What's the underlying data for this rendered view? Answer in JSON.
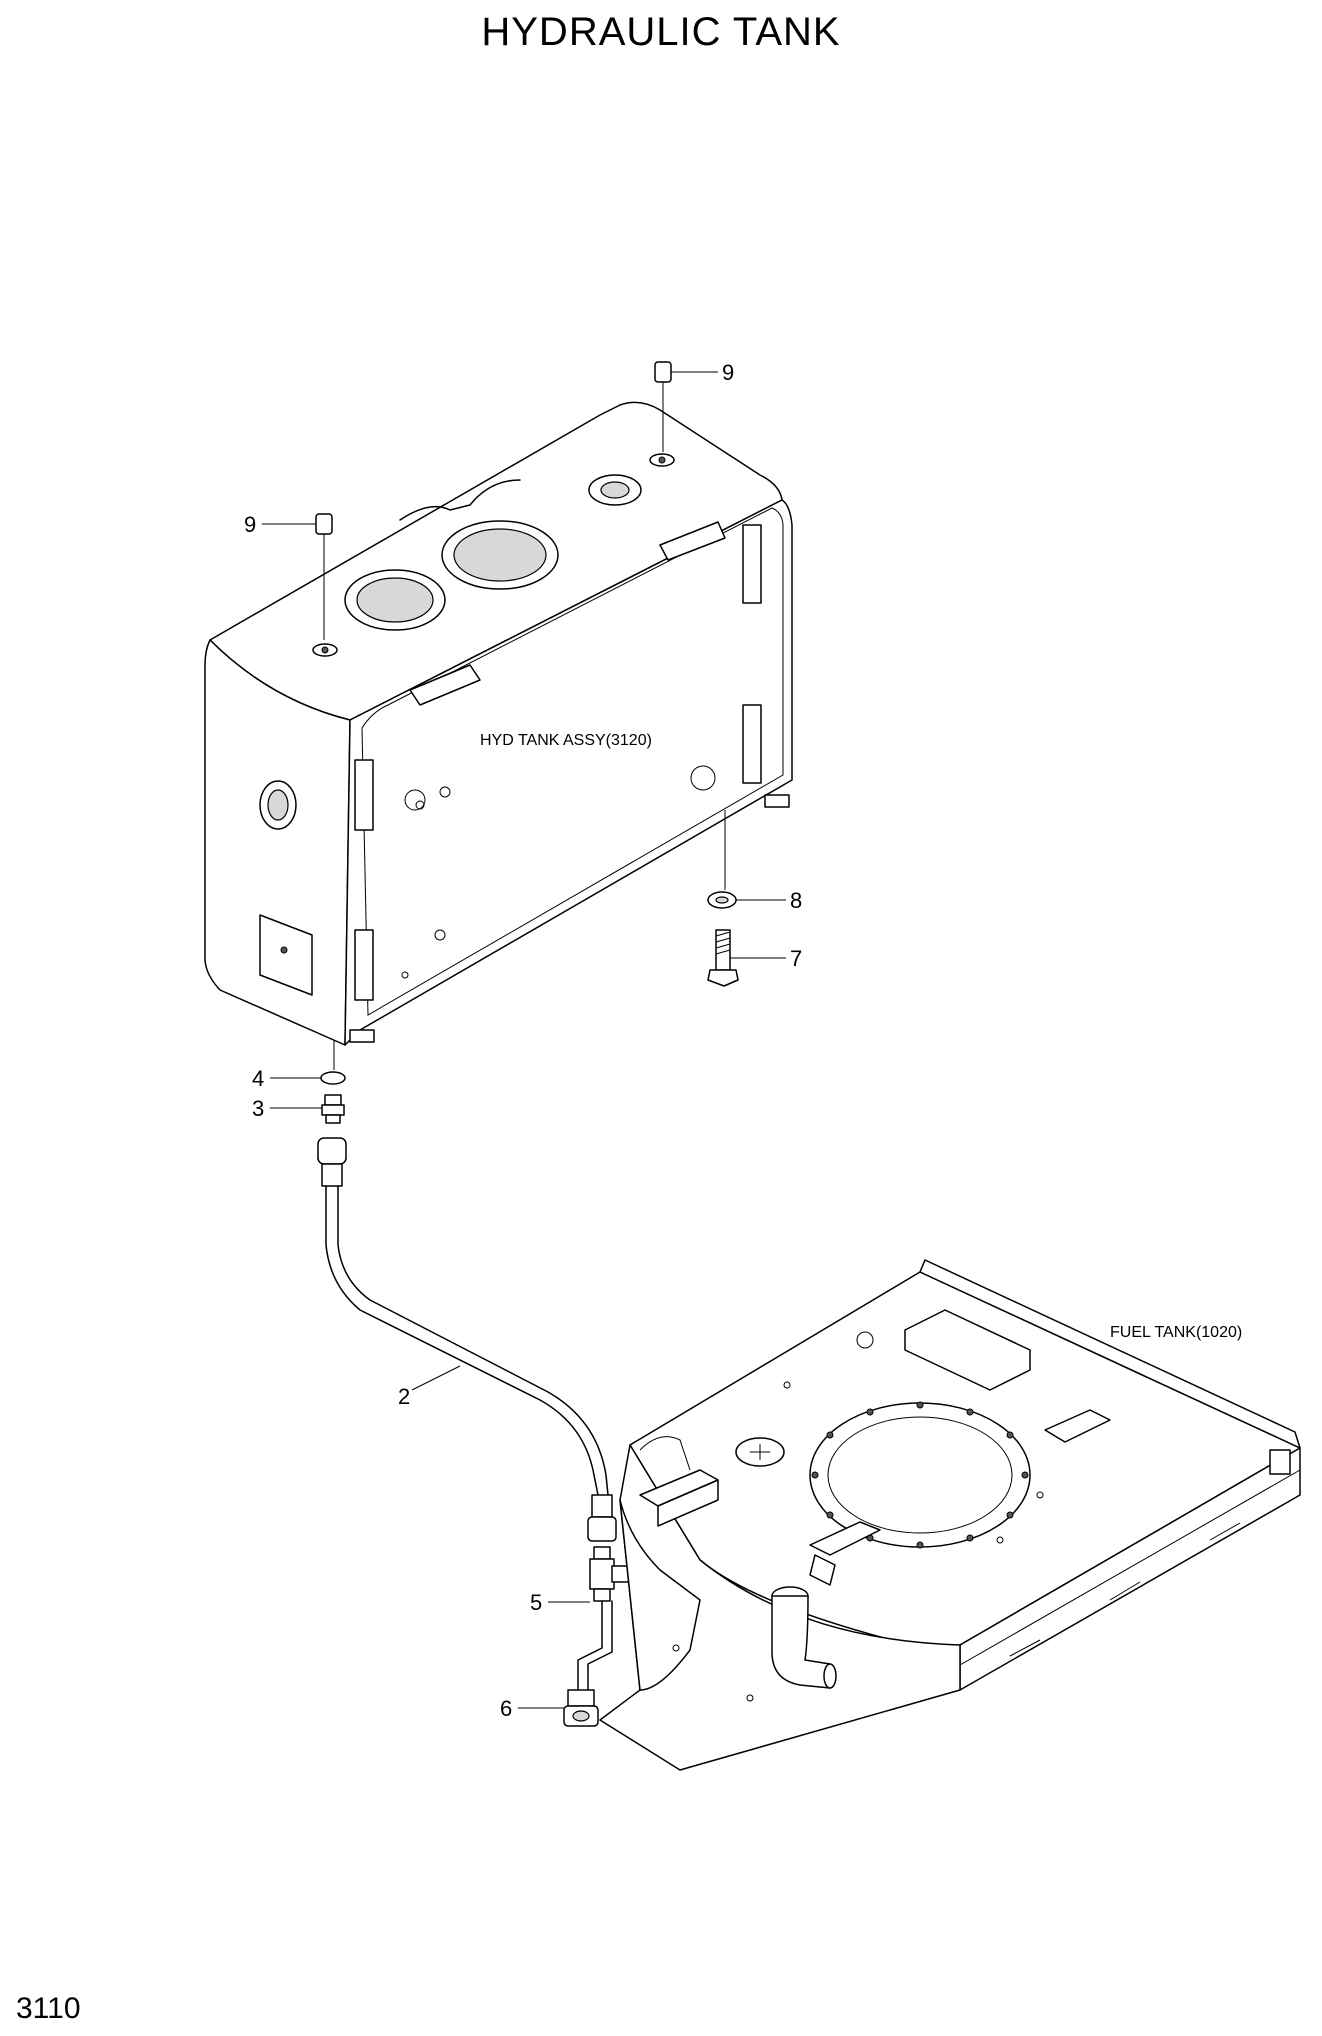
{
  "page": {
    "title": "HYDRAULIC TANK",
    "page_number": "3110"
  },
  "labels": {
    "hyd_tank": "HYD TANK ASSY(3120)",
    "fuel_tank": "FUEL TANK(1020)"
  },
  "callouts": {
    "c2": "2",
    "c3": "3",
    "c4": "4",
    "c5": "5",
    "c6": "6",
    "c7": "7",
    "c8": "8",
    "c9a": "9",
    "c9b": "9"
  }
}
